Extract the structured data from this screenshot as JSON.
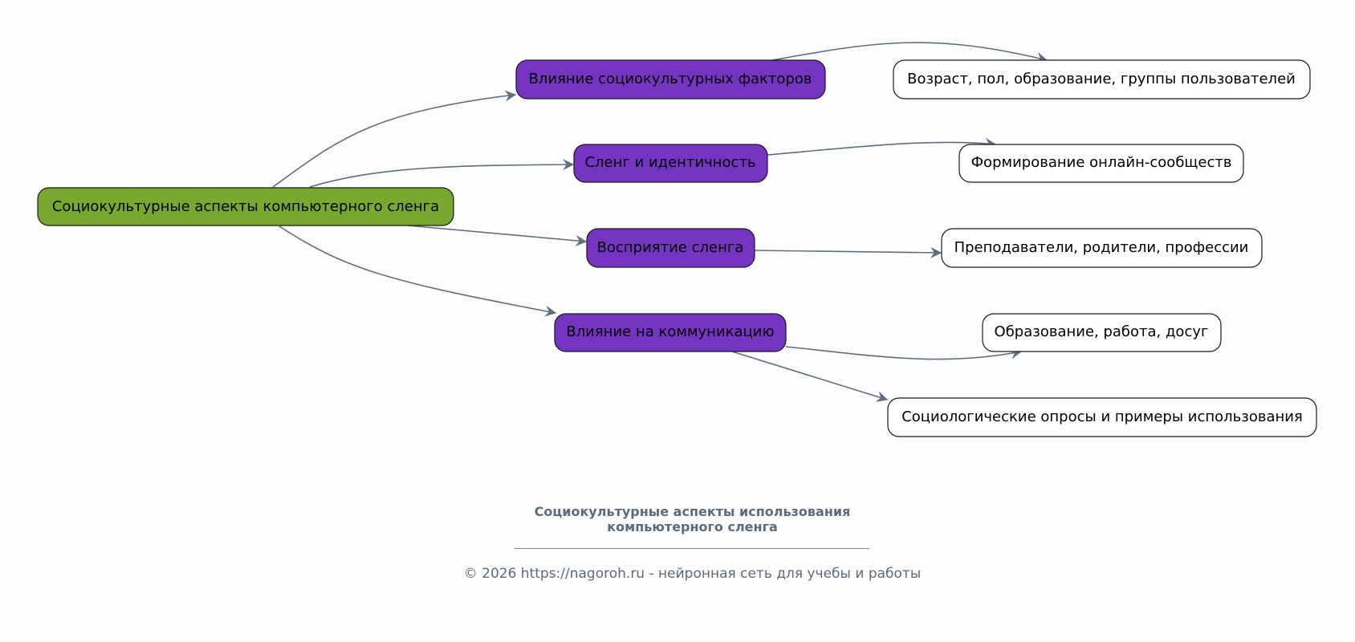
{
  "diagram": {
    "type": "mind-map",
    "colors": {
      "root_fill": "#79a82f",
      "branch_fill": "#7535c2",
      "leaf_fill": "#ffffff",
      "edge": "#5f6f80",
      "caption": "#5b6b7e"
    },
    "root": {
      "id": "root",
      "label": "Социокультурные аспекты компьютерного сленга"
    },
    "branches": [
      {
        "id": "b1",
        "label": "Влияние социокультурных факторов",
        "children": [
          "l1"
        ]
      },
      {
        "id": "b2",
        "label": "Сленг и идентичность",
        "children": [
          "l2"
        ]
      },
      {
        "id": "b3",
        "label": "Восприятие сленга",
        "children": [
          "l3"
        ]
      },
      {
        "id": "b4",
        "label": "Влияние на коммуникацию",
        "children": [
          "l4",
          "l5"
        ]
      }
    ],
    "leaves": [
      {
        "id": "l1",
        "label": "Возраст, пол, образование, группы пользователей"
      },
      {
        "id": "l2",
        "label": "Формирование онлайн-сообществ"
      },
      {
        "id": "l3",
        "label": "Преподаватели, родители, профессии"
      },
      {
        "id": "l4",
        "label": "Образование, работа, досуг"
      },
      {
        "id": "l5",
        "label": "Социологические опросы и примеры использования"
      }
    ]
  },
  "caption": {
    "title_line1": "Социокультурные аспекты использования",
    "title_line2": "компьютерного сленга",
    "footer": "© 2026 https://nagoroh.ru - нейронная сеть для учебы и работы"
  }
}
